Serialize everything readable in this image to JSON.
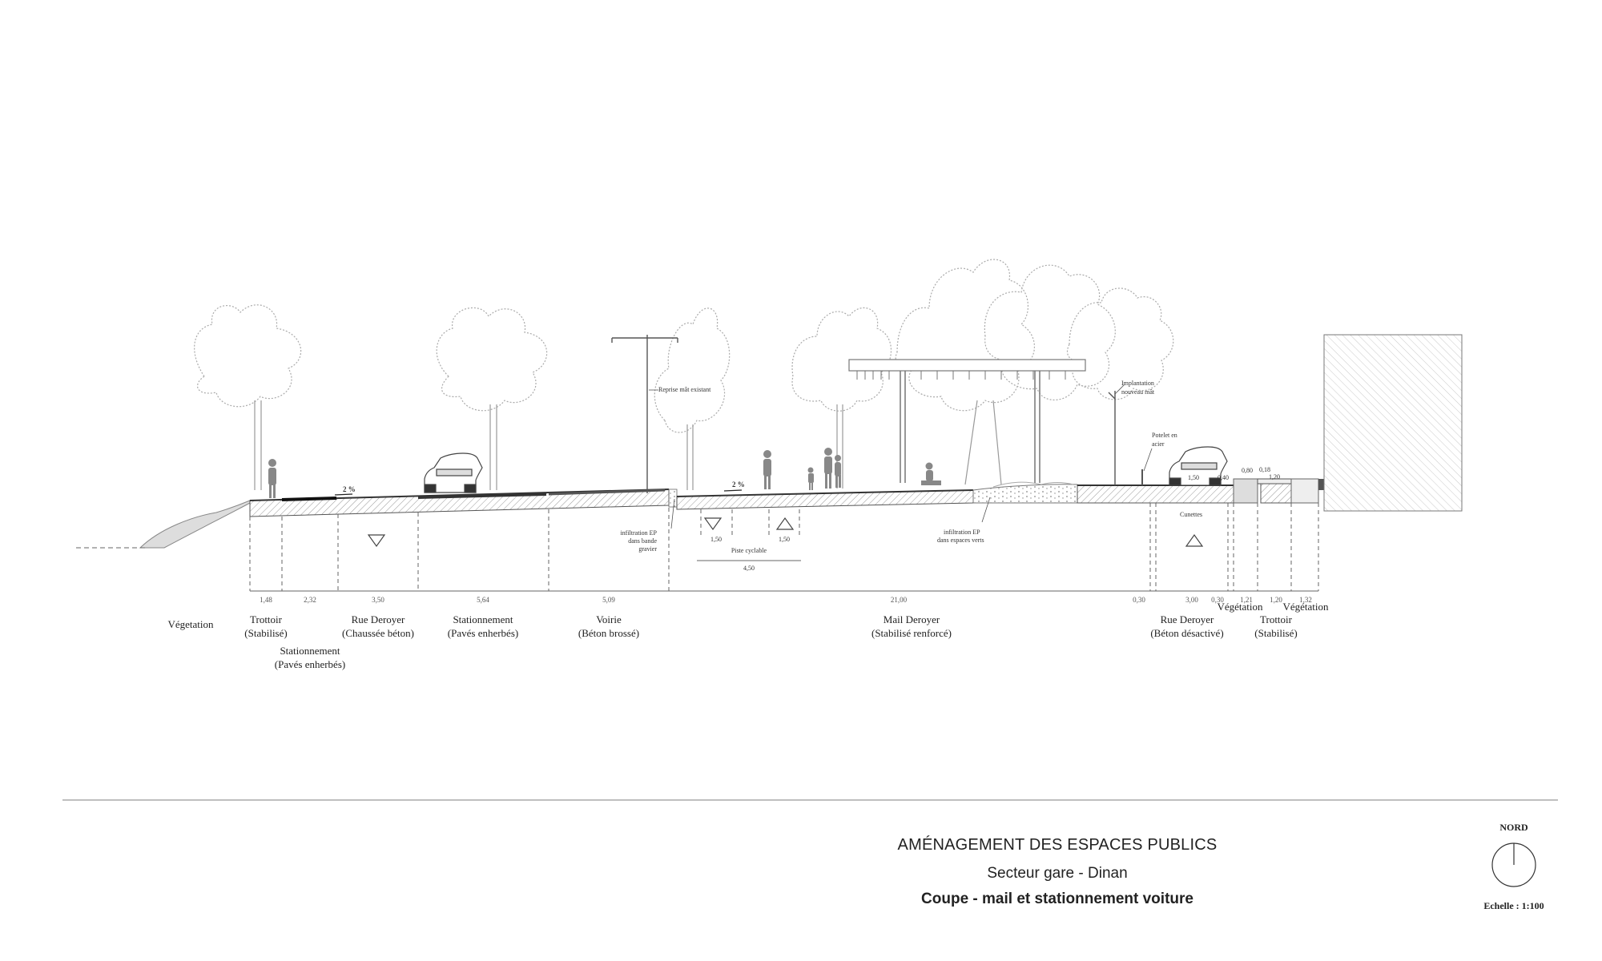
{
  "footer": {
    "title": "AMÉNAGEMENT DES ESPACES PUBLICS",
    "subtitle": "Secteur gare - Dinan",
    "cut_title": "Coupe - mail et stationnement voiture",
    "north": "NORD",
    "scale": "Echelle : 1:100"
  },
  "annotations": {
    "reprise": "Reprise mât existant",
    "implantation_1": "Implantation",
    "implantation_2": "nouveau mât",
    "potelet_1": "Potelet en",
    "potelet_2": "acier",
    "infil_gravier_1": "infiltration EP",
    "infil_gravier_2": "dans bande",
    "infil_gravier_3": "gravier",
    "infil_verts_1": "infiltration EP",
    "infil_verts_2": "dans espaces verts",
    "cunettes": "Cunettes",
    "piste": "Piste cyclable",
    "slope_1": "2 %",
    "slope_2": "2 %",
    "dim_150a": "1,50",
    "dim_150b": "1,50",
    "dim_450": "4,50",
    "dim_080": "0,80",
    "dim_018": "0,18",
    "dim_120b": "1,20",
    "dim_150c": "1,50",
    "dim_040": "0,40"
  },
  "dimensions": [
    "1,48",
    "2,32",
    "3,50",
    "5,64",
    "5,09",
    "21,00",
    "0,30",
    "3,00",
    "0,30",
    "1,21",
    "1,20",
    "1,32"
  ],
  "zones": {
    "vegetation_left": "Végetation",
    "trottoir_left_1": "Trottoir",
    "trottoir_left_2": "(Stabilisé)",
    "stat_left_1": "Stationnement",
    "stat_left_2": "(Pavés enherbés)",
    "rue_left_1": "Rue Deroyer",
    "rue_left_2": "(Chaussée béton)",
    "stat_mid_1": "Stationnement",
    "stat_mid_2": "(Pavés enherbés)",
    "voirie_1": "Voirie",
    "voirie_2": "(Béton brossé)",
    "mail_1": "Mail Deroyer",
    "mail_2": "(Stabilisé renforcé)",
    "rue_right_1": "Rue Deroyer",
    "rue_right_2": "(Béton désactivé)",
    "veg_right_1": "Végétation",
    "trottoir_right_1": "Trottoir",
    "trottoir_right_2": "(Stabilisé)",
    "veg_right_2": "Végétation"
  }
}
